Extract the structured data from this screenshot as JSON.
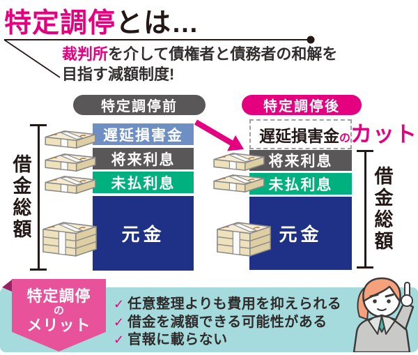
{
  "header": {
    "title": {
      "highlight": "特定調停",
      "rest": "とは…"
    },
    "subtitle": {
      "highlight": "裁判所",
      "line1_rest": "を介して債権者と債務者の和解を",
      "line2": "目指す減額制度!"
    }
  },
  "comparison": {
    "before": {
      "badge": "特定調停前",
      "bracket_label": "借金総額",
      "segments": [
        {
          "label": "遅延損害金",
          "color": "#6d8fc4"
        },
        {
          "label": "将来利息",
          "color": "#595757"
        },
        {
          "label": "未払利息",
          "color": "#00b07e"
        },
        {
          "label": "元金",
          "color": "#1e3187"
        }
      ]
    },
    "after": {
      "badge": "特定調停後",
      "bracket_label": "借金総額",
      "cut_note": {
        "kept": "遅延損害金",
        "particle": "の",
        "action": "カット"
      },
      "segments": [
        {
          "label": "将来利息",
          "color": "#595757"
        },
        {
          "label": "未払利息",
          "color": "#00b07e"
        },
        {
          "label": "元金",
          "color": "#1e3187"
        }
      ]
    }
  },
  "merits": {
    "ribbon": {
      "line1": "特定調停",
      "line2": "の",
      "line3": "メリット"
    },
    "check_glyph": "✓",
    "items": [
      "任意整理よりも費用を抑えられる",
      "借金を減額できる可能性がある",
      "官報に載らない"
    ]
  },
  "colors": {
    "accent_pink": "#e4007f",
    "ribbon_pink": "#e8529b",
    "badge_gray": "#595757",
    "segment_blue": "#6d8fc4",
    "segment_green": "#00b07e",
    "segment_navy": "#1e3187",
    "band_teal": "#a6dbdd",
    "text_black": "#231815"
  }
}
